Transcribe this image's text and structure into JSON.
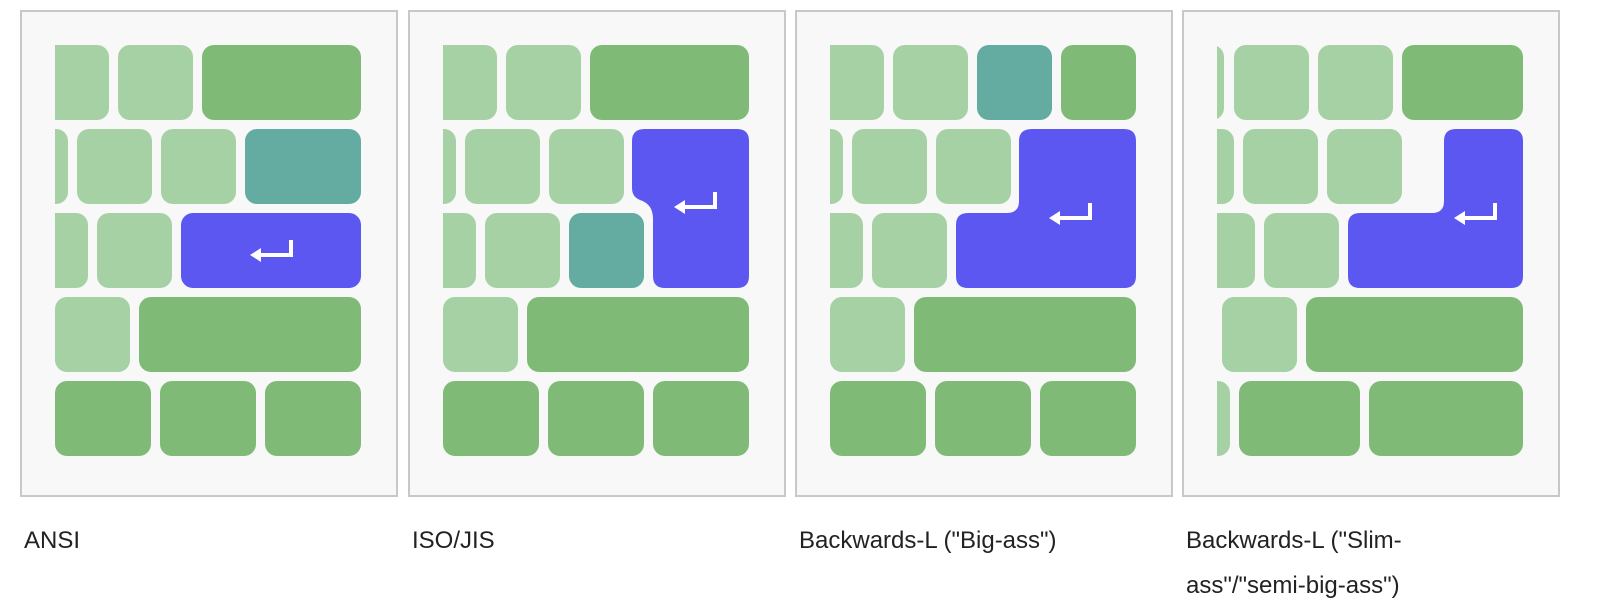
{
  "colors": {
    "key_light": "#a6d1a4",
    "key_mod": "#7fbb76",
    "key_teal": "#64aba2",
    "key_enter": "#5b57f0",
    "panel_bg": "#f8f8f8",
    "panel_border": "#c8c8c8",
    "arrow": "#ffffff"
  },
  "icons": {
    "enter": "return-arrow-icon"
  },
  "layouts": [
    {
      "id": "ansi",
      "caption": "ANSI"
    },
    {
      "id": "iso-jis",
      "caption": "ISO/JIS"
    },
    {
      "id": "big-ass",
      "caption": "Backwards-L (\"Big-ass\")"
    },
    {
      "id": "slim-ass",
      "caption": "Backwards-L (\"Slim-ass\"/\"semi-big-ass\")"
    }
  ]
}
